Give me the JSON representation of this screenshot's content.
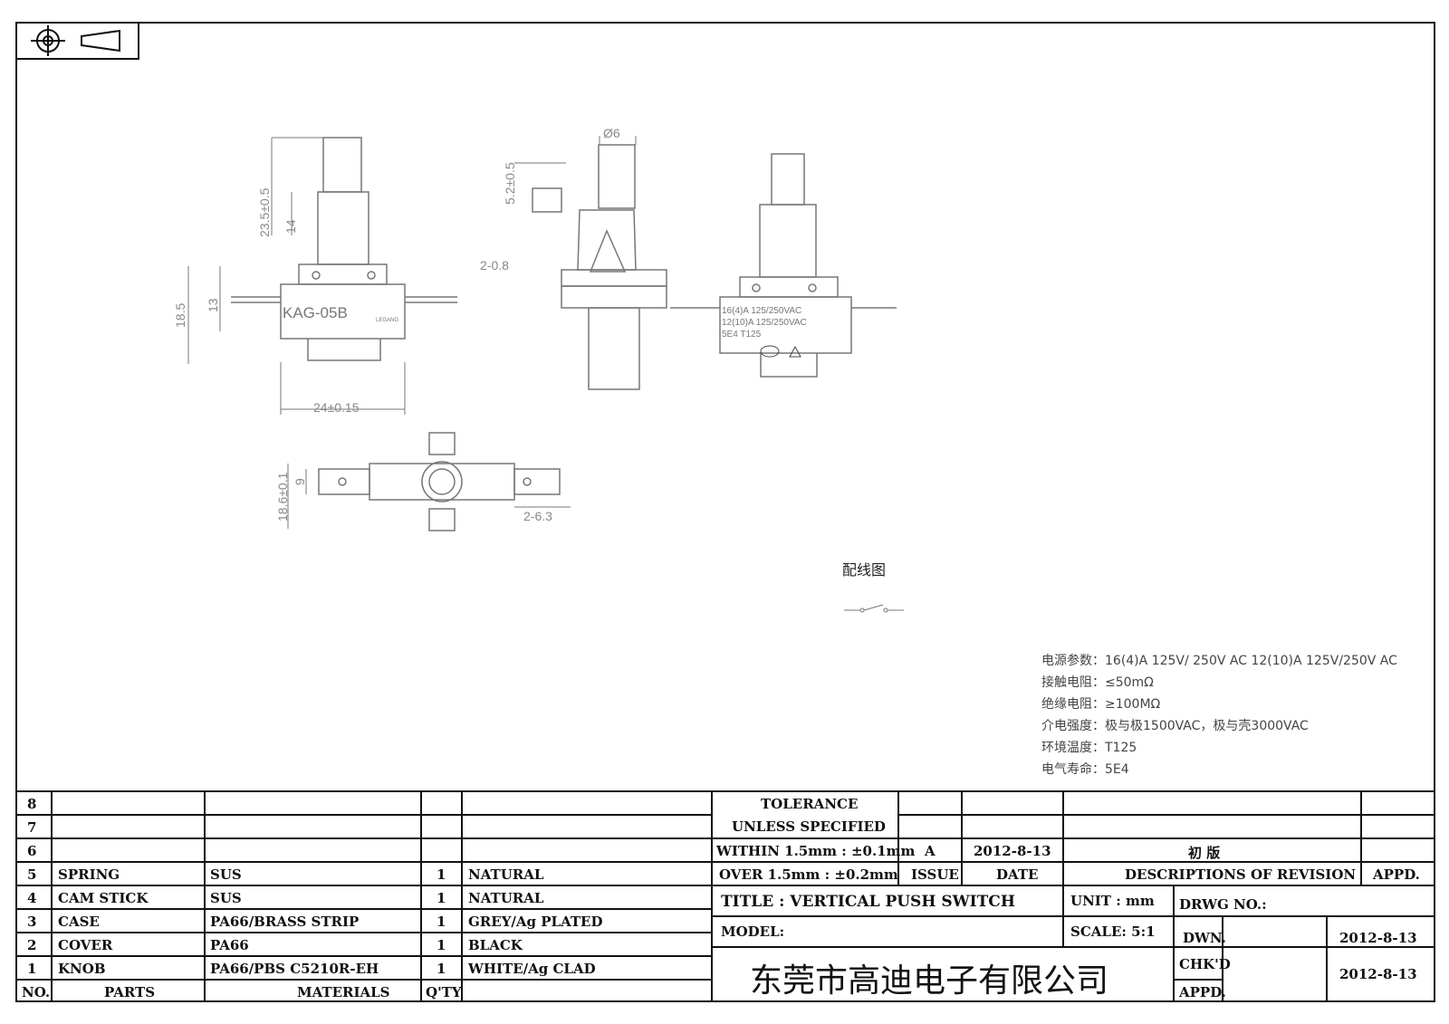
{
  "drawing": {
    "model_marking": "KAG-05B",
    "brand_marking": "LEGANG",
    "rating_lines": [
      "16(4)A 125/250VAC",
      "12(10)A 125/250VAC",
      "5E4  T125"
    ],
    "dimensions": {
      "height_total": "23.5±0.5",
      "plunger": "14",
      "body_height": "18.5",
      "body_upper": "13",
      "tab_thickness": "2-0.8",
      "body_width": "24±0.15",
      "diameter": "Ø6",
      "stroke": "5.2±0.5",
      "depth": "18.6±0.1",
      "depth_inner": "9",
      "tab_width": "2-6.3"
    },
    "wiring_label": "配线图"
  },
  "specs": [
    {
      "label": "电源参数：",
      "value": "16(4)A 125V/ 250V AC   12(10)A 125V/250V AC"
    },
    {
      "label": "接触电阻：",
      "value": "≤50mΩ"
    },
    {
      "label": "绝缘电阻：",
      "value": "≥100MΩ"
    },
    {
      "label": "介电强度：",
      "value": "极与极1500VAC，极与壳3000VAC"
    },
    {
      "label": "环境温度：",
      "value": "T125"
    },
    {
      "label": "电气寿命：",
      "value": "5E4"
    }
  ],
  "bom": {
    "empty_rows": [
      "8",
      "7",
      "6"
    ],
    "rows": [
      {
        "no": "5",
        "part": "SPRING",
        "material": "SUS",
        "qty": "1",
        "finish": "NATURAL"
      },
      {
        "no": "4",
        "part": "CAM STICK",
        "material": "SUS",
        "qty": "1",
        "finish": "NATURAL"
      },
      {
        "no": "3",
        "part": "CASE",
        "material": "PA66/BRASS STRIP",
        "qty": "1",
        "finish": "GREY/Ag PLATED"
      },
      {
        "no": "2",
        "part": "COVER",
        "material": "PA66",
        "qty": "1",
        "finish": "BLACK"
      },
      {
        "no": "1",
        "part": "KNOB",
        "material": "PA66/PBS C5210R-EH",
        "qty": "1",
        "finish": "WHITE/Ag CLAD"
      }
    ],
    "headers": {
      "no": "NO.",
      "parts": "PARTS",
      "materials": "MATERIALS",
      "qty": "Q'TY"
    }
  },
  "title_block": {
    "tolerance_1": "TOLERANCE",
    "tolerance_2": "UNLESS  SPECIFIED",
    "within": "WITHIN 1.5mm : ±0.1mm",
    "over": "OVER 1.5mm : ±0.2mm",
    "issue_value": "A",
    "date_value": "2012-8-13",
    "revision_value": "初  版",
    "issue_label": "ISSUE",
    "date_label": "DATE",
    "desc_label": "DESCRIPTIONS OF REVISION",
    "appd_label": "APPD.",
    "title": "TITLE :  VERTICAL PUSH SWITCH",
    "unit": "UNIT :  mm",
    "drwg_no": "DRWG NO.:",
    "model": "MODEL:",
    "scale": "SCALE:  5:1",
    "dwn": "DWN.",
    "dwn_date": "2012-8-13",
    "chkd": "CHK'D",
    "chkd_date": "2012-8-13",
    "appd": "APPD.",
    "company": "东莞市高迪电子有限公司"
  }
}
